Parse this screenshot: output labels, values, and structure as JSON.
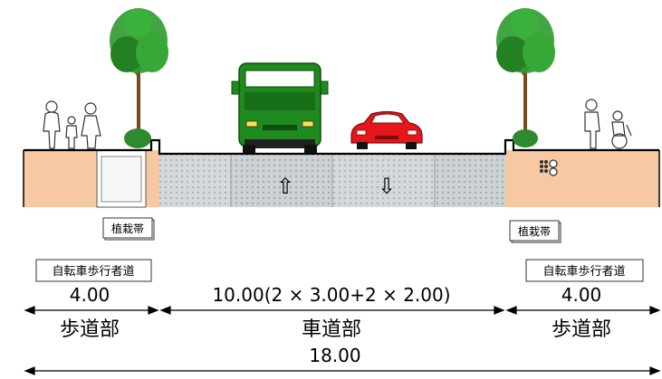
{
  "labels": {
    "planting_strip_left": "植栽帯",
    "planting_strip_right": "植栽帯",
    "bike_ped_left": "自転車歩行者道",
    "bike_ped_right": "自転車歩行者道"
  },
  "dimensions": {
    "sidewalk_left_width": "4.00",
    "roadway_width": "10.00(2 × 3.00+2 × 2.00)",
    "sidewalk_right_width": "4.00",
    "total_width": "18.00"
  },
  "sections": {
    "sidewalk_left": "歩道部",
    "roadway": "車道部",
    "sidewalk_right": "歩道部"
  },
  "arrows": {
    "up": "⇧",
    "down": "⇩"
  },
  "colors": {
    "soil": "#f6c9a3",
    "pavement": "#cfd3d6",
    "bus": "#1f8a1f",
    "car": "#e8151a",
    "foliage": "#2e9a2e",
    "trunk": "#7a4a1e"
  },
  "icons": [
    "pedestrian-family-icon",
    "tree-icon",
    "bus-icon",
    "car-icon",
    "elderly-wheelchair-icon",
    "tactile-paving-icon"
  ]
}
